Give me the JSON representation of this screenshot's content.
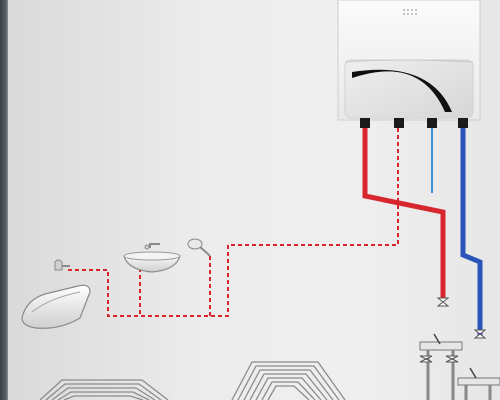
{
  "diagram": {
    "colors": {
      "hot_supply": "#d8262e",
      "cold_supply": "#2a54b8",
      "hot_dhw_dashed": "#d8262e",
      "thin_blue": "#3e8fd6",
      "boiler_body": "#f6f6f6",
      "boiler_panel": "#e3e3e3",
      "boiler_arc": "#111111",
      "fixture_outline": "#8a8a8a",
      "radiant_coil": "#8c8c8c"
    },
    "components": [
      {
        "name": "wall-mounted-boiler",
        "kind": "boiler"
      },
      {
        "name": "bathtub",
        "kind": "fixture"
      },
      {
        "name": "washbasin",
        "kind": "fixture"
      },
      {
        "name": "shower-head",
        "kind": "fixture"
      },
      {
        "name": "bath-faucet",
        "kind": "fixture"
      },
      {
        "name": "shutoff-valve",
        "kind": "valve"
      },
      {
        "name": "manifold",
        "kind": "distribution"
      },
      {
        "name": "floor-heating-coil",
        "kind": "underfloor-loop"
      }
    ]
  }
}
